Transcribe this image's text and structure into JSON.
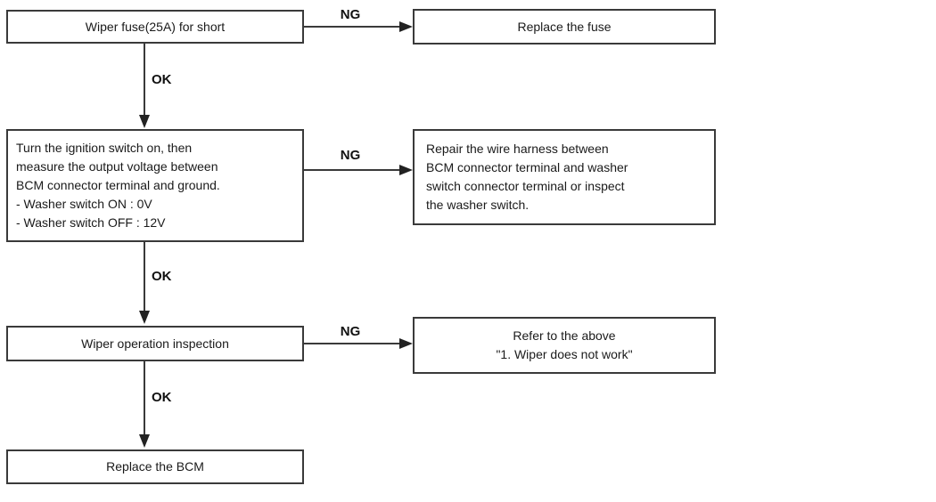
{
  "diagram": {
    "type": "troubleshooting-flowchart",
    "boxes": {
      "check_fuse": "Wiper fuse(25A) for short",
      "replace_fuse": "Replace the fuse",
      "check_voltage": "Turn the ignition switch on, then\nmeasure the output voltage between\nBCM connector terminal and ground.\n- Washer switch ON : 0V\n- Washer switch OFF : 12V",
      "repair_harness": "Repair the wire harness between\nBCM connector terminal and washer\nswitch connector terminal or inspect\nthe washer switch.",
      "wiper_inspection": "Wiper operation inspection",
      "refer_above": "Refer to the above\n\"1. Wiper does not work\"",
      "replace_bcm": "Replace the BCM"
    },
    "labels": {
      "ng1": "NG",
      "ng2": "NG",
      "ng3": "NG",
      "ok1": "OK",
      "ok2": "OK",
      "ok3": "OK"
    },
    "colors": {
      "background": "#ffffff",
      "box_border": "#3a3a3a",
      "line": "#3a3a3a",
      "text": "#1a1a1a"
    }
  }
}
